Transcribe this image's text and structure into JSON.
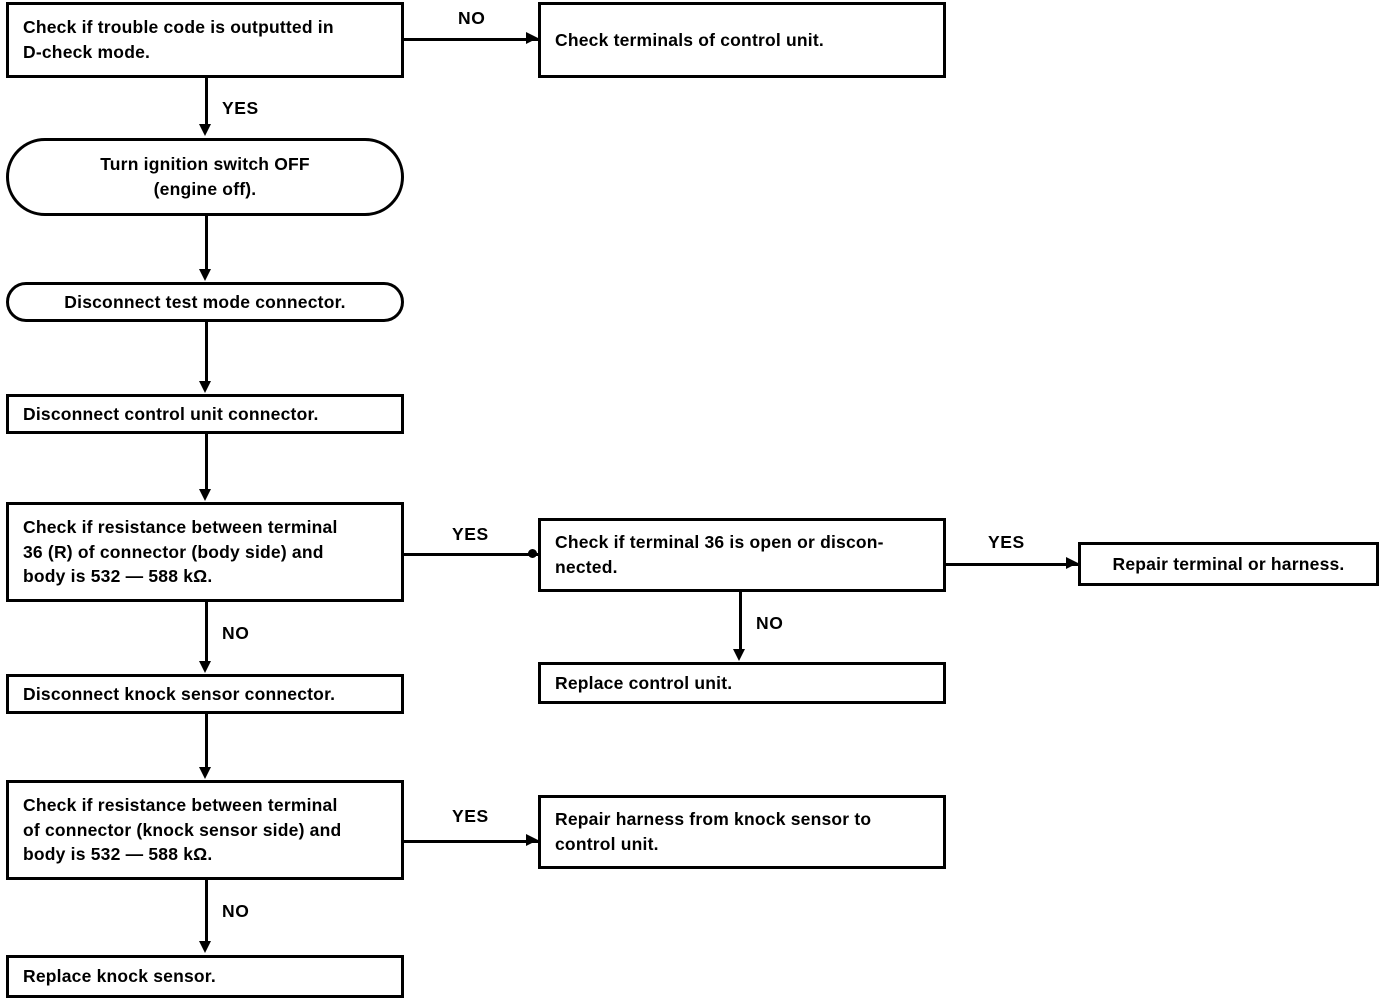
{
  "diagram": {
    "title": "Knock sensor trouble-code diagnostic flowchart",
    "line_color": "#000000",
    "background_color": "#ffffff",
    "nodes": [
      {
        "id": "check-trouble-code",
        "shape": "rect",
        "text": "Check if trouble code is outputted in\nD-check mode."
      },
      {
        "id": "check-terminals-control-unit",
        "shape": "rect",
        "text": "Check terminals of control unit."
      },
      {
        "id": "turn-ignition-off",
        "shape": "stadium",
        "text": "Turn ignition switch OFF\n(engine off)."
      },
      {
        "id": "disconnect-test-mode-connector",
        "shape": "stadium",
        "text": "Disconnect test mode connector."
      },
      {
        "id": "disconnect-control-unit-connector",
        "shape": "rect",
        "text": "Disconnect control unit connector."
      },
      {
        "id": "check-resistance-body-side",
        "shape": "rect",
        "text": "Check if  resistance between  terminal\n36 (R) of connector (body side) and\nbody is 532 — 588 kΩ."
      },
      {
        "id": "check-terminal-36-open",
        "shape": "rect",
        "text": "Check if terminal 36 is open or discon-\nnected."
      },
      {
        "id": "repair-terminal-or-harness",
        "shape": "rect",
        "text": "Repair terminal or harness."
      },
      {
        "id": "replace-control-unit",
        "shape": "rect",
        "text": "Replace  control unit."
      },
      {
        "id": "disconnect-knock-sensor-connector",
        "shape": "rect",
        "text": "Disconnect knock sensor connector."
      },
      {
        "id": "check-resistance-knock-sensor-side",
        "shape": "rect",
        "text": "Check if resistance between terminal\nof connector (knock sensor side) and\nbody is 532 — 588 kΩ."
      },
      {
        "id": "repair-harness-knock-sensor",
        "shape": "rect",
        "text": "Repair harness from knock sensor to\ncontrol unit."
      },
      {
        "id": "replace-knock-sensor",
        "shape": "rect",
        "text": "Replace knock sensor."
      }
    ],
    "edge_labels": {
      "no_1": "NO",
      "yes_1": "YES",
      "yes_2": "YES",
      "yes_3": "YES",
      "no_2": "NO",
      "no_3": "NO",
      "yes_4": "YES",
      "no_4": "NO"
    }
  }
}
